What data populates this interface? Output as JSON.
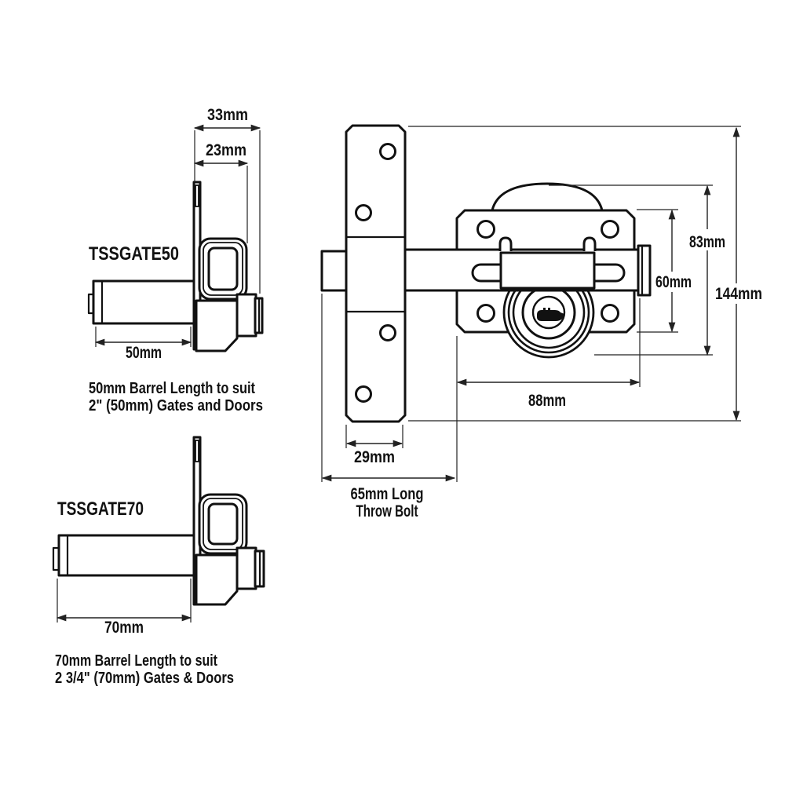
{
  "colors": {
    "ink": "#111111",
    "background": "#ffffff"
  },
  "views": {
    "tssgate50": {
      "model": "TSSGATE50",
      "dimensions": {
        "overall_depth": "33mm",
        "bracket_depth": "23mm",
        "barrel_length": "50mm"
      },
      "caption": [
        "50mm Barrel Length to suit",
        "2\" (50mm) Gates and Doors"
      ]
    },
    "tssgate70": {
      "model": "TSSGATE70",
      "dimensions": {
        "barrel_length": "70mm"
      },
      "caption": [
        "70mm Barrel Length to suit",
        "2 3/4\" (70mm) Gates & Doors"
      ]
    },
    "front": {
      "dimensions": {
        "body_height": "83mm",
        "plate_height": "60mm",
        "overall_height": "144mm",
        "body_width": "88mm",
        "keep_plate_width": "29mm",
        "throw_bolt": [
          "65mm Long",
          "Throw Bolt"
        ]
      }
    }
  }
}
